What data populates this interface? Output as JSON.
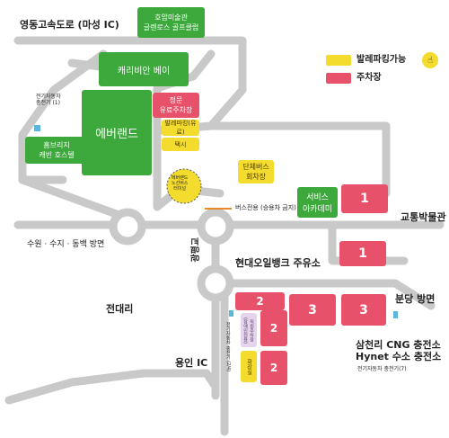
{
  "roads": {
    "top_highway": "영동고속도로 (마성 IC)",
    "left_road": "수원 · 수지 · 동백 방면",
    "junction": "현대오일뱅크 주유소",
    "bottom_ic": "용인 IC",
    "right_road": "분당 방면",
    "vertical_road": "광평교",
    "left_area": "전대리",
    "museum": "교통박물관"
  },
  "places": {
    "hoam": "호암미술관\n글렌로스 골프클럽",
    "caribbean": "캐리비안 베이",
    "everland": "에버랜드",
    "home_brisbane": "홈브리지\n캐빈 호스텔",
    "ev_charger_1": "전기자동차\n충전기 (1)",
    "main_gate": "정문\n유료주차장",
    "valet": "발레파킹(유료)",
    "taxi": "택시",
    "terminal": "에버랜드\n노선버스\n터미널",
    "group_bus": "단체버스\n회차장",
    "bus_only": "버스전용 (승용차 금지)",
    "service_academy": "서비스\n아카데미",
    "samcheonri": "삼천리 CNG 충전소\nHynet 수소 충전소",
    "ev_charger_7": "전기자동차 충전기(7)",
    "ev_charger_4": "전기자동차 충전기 (2/4)",
    "employee_lot": "직원주차장\n(장애인전용)",
    "restroom": "화장실"
  },
  "lots": {
    "r1_top": "1",
    "r1_bottom": "1",
    "r2_top": "2",
    "r2_mid": "2",
    "r2_bottom": "2",
    "r3_left": "3",
    "r3_right": "3"
  },
  "legend": {
    "valet_label": "발레파킹가능",
    "parking_label": "주차장",
    "valet_color": "#f4dc2e",
    "parking_color": "#e8516a",
    "valet_icon": "hand-pointer-icon"
  },
  "colors": {
    "road": "#c9c9c9",
    "park": "#3da83c",
    "lot": "#e8516a"
  }
}
